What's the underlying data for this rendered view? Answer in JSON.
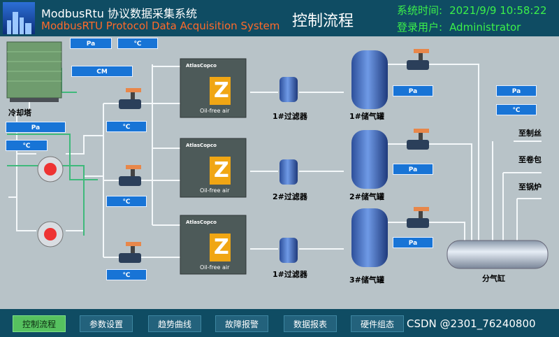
{
  "header": {
    "app_title_cn": "ModbusRtu 协议数据采集系统",
    "app_title_en": "ModbusRTU Protocol Data Acquisition System",
    "page_title": "控制流程",
    "system_time_label": "系统时间:",
    "system_time_value": "2021/9/9 10:58:22",
    "login_user_label": "登录用户:",
    "login_user_value": "Administrator"
  },
  "units": {
    "pa": "Pa",
    "celsius": "℃",
    "cm": "CM"
  },
  "labels": {
    "cooling_tower": "冷却塔",
    "filter_1": "1#过滤器",
    "filter_2": "2#过滤器",
    "filter_3": "1#过滤器",
    "tank_1": "1#储气罐",
    "tank_2": "2#储气罐",
    "tank_3": "3#储气罐",
    "distributor": "分气缸",
    "to_silk": "至制丝",
    "to_roll": "至卷包",
    "to_boiler": "至锅炉"
  },
  "compressor": {
    "brand": "AtlasCopco",
    "logo_letter": "Z",
    "model": "Oil-free air"
  },
  "nav": [
    {
      "label": "控制流程",
      "active": true
    },
    {
      "label": "参数设置",
      "active": false
    },
    {
      "label": "趋势曲线",
      "active": false
    },
    {
      "label": "故障报警",
      "active": false
    },
    {
      "label": "数据报表",
      "active": false
    },
    {
      "label": "硬件组态",
      "active": false
    }
  ],
  "watermark": "CSDN @2301_76240800",
  "colors": {
    "header_bg": "#0f4c63",
    "accent_green": "#3bf04a",
    "accent_orange": "#ff6a2a",
    "value_box": "#1874d6",
    "pipe": "#f4f8fa",
    "pipe_green": "#3fb97b"
  }
}
